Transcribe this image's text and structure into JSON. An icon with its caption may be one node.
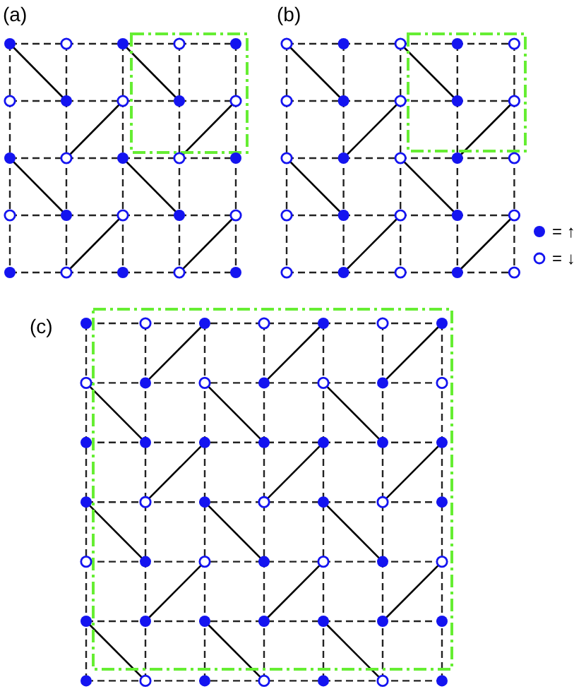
{
  "diagram": {
    "labels": [
      "(a)",
      "(b)",
      "(c)"
    ],
    "legend": [
      {
        "text": "= ↑"
      },
      {
        "text": "= ↓"
      }
    ]
  }
}
